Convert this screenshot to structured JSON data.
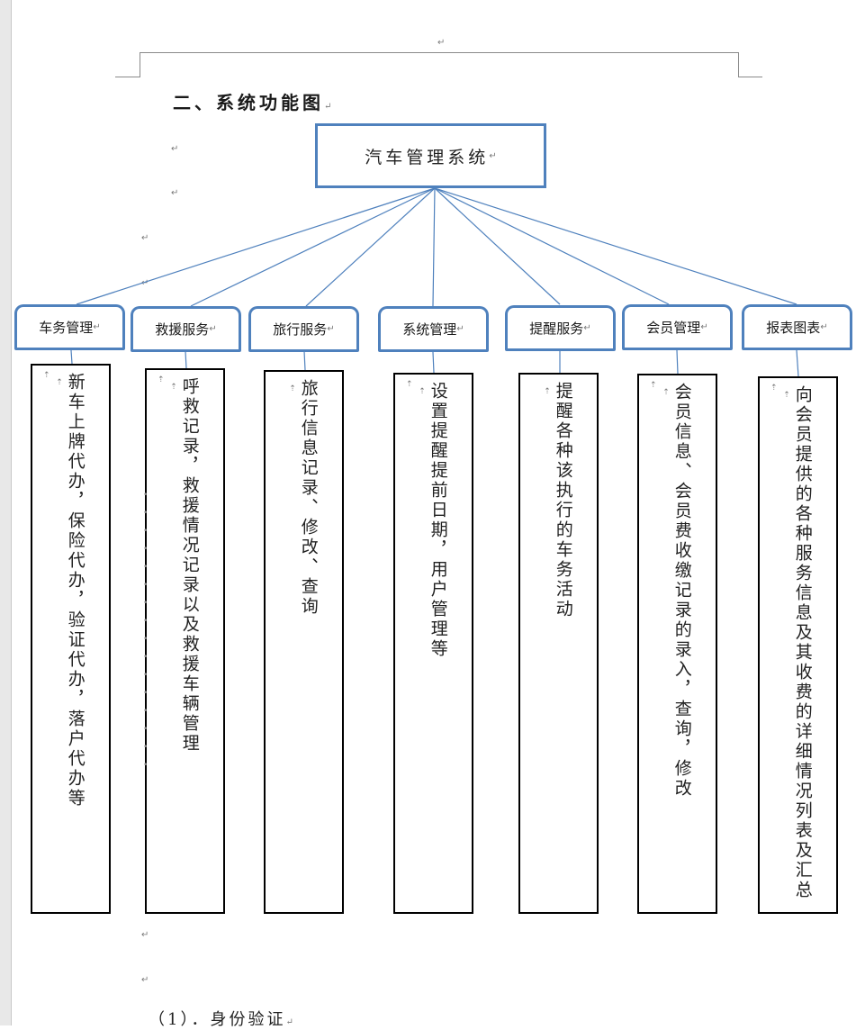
{
  "document": {
    "section_title": "二、系统功能图",
    "paragraph_mark": "↵",
    "anchor_mark": "⇡",
    "subheading": "（1）．身份验证"
  },
  "diagram": {
    "root": {
      "label": "汽车管理系统"
    },
    "line_color": "#4f81bd",
    "modules": [
      {
        "label": "车务管理",
        "description": "新车上牌代办，保险代办，验证代办，落户代办等"
      },
      {
        "label": "救援服务",
        "description": "呼救记录，救援情况记录以及救援车辆管理"
      },
      {
        "label": "旅行服务",
        "description": "旅行信息记录、修改、查询"
      },
      {
        "label": "系统管理",
        "description": "设置提醒提前日期，用户管理等"
      },
      {
        "label": "提醒服务",
        "description": "提醒各种该执行的车务活动"
      },
      {
        "label": "会员管理",
        "description": "会员信息、会员费收缴记录的录入，查询，修改"
      },
      {
        "label": "报表图表",
        "description": "向会员提供的各种服务信息及其收费的详细情况列表及汇总"
      }
    ]
  }
}
